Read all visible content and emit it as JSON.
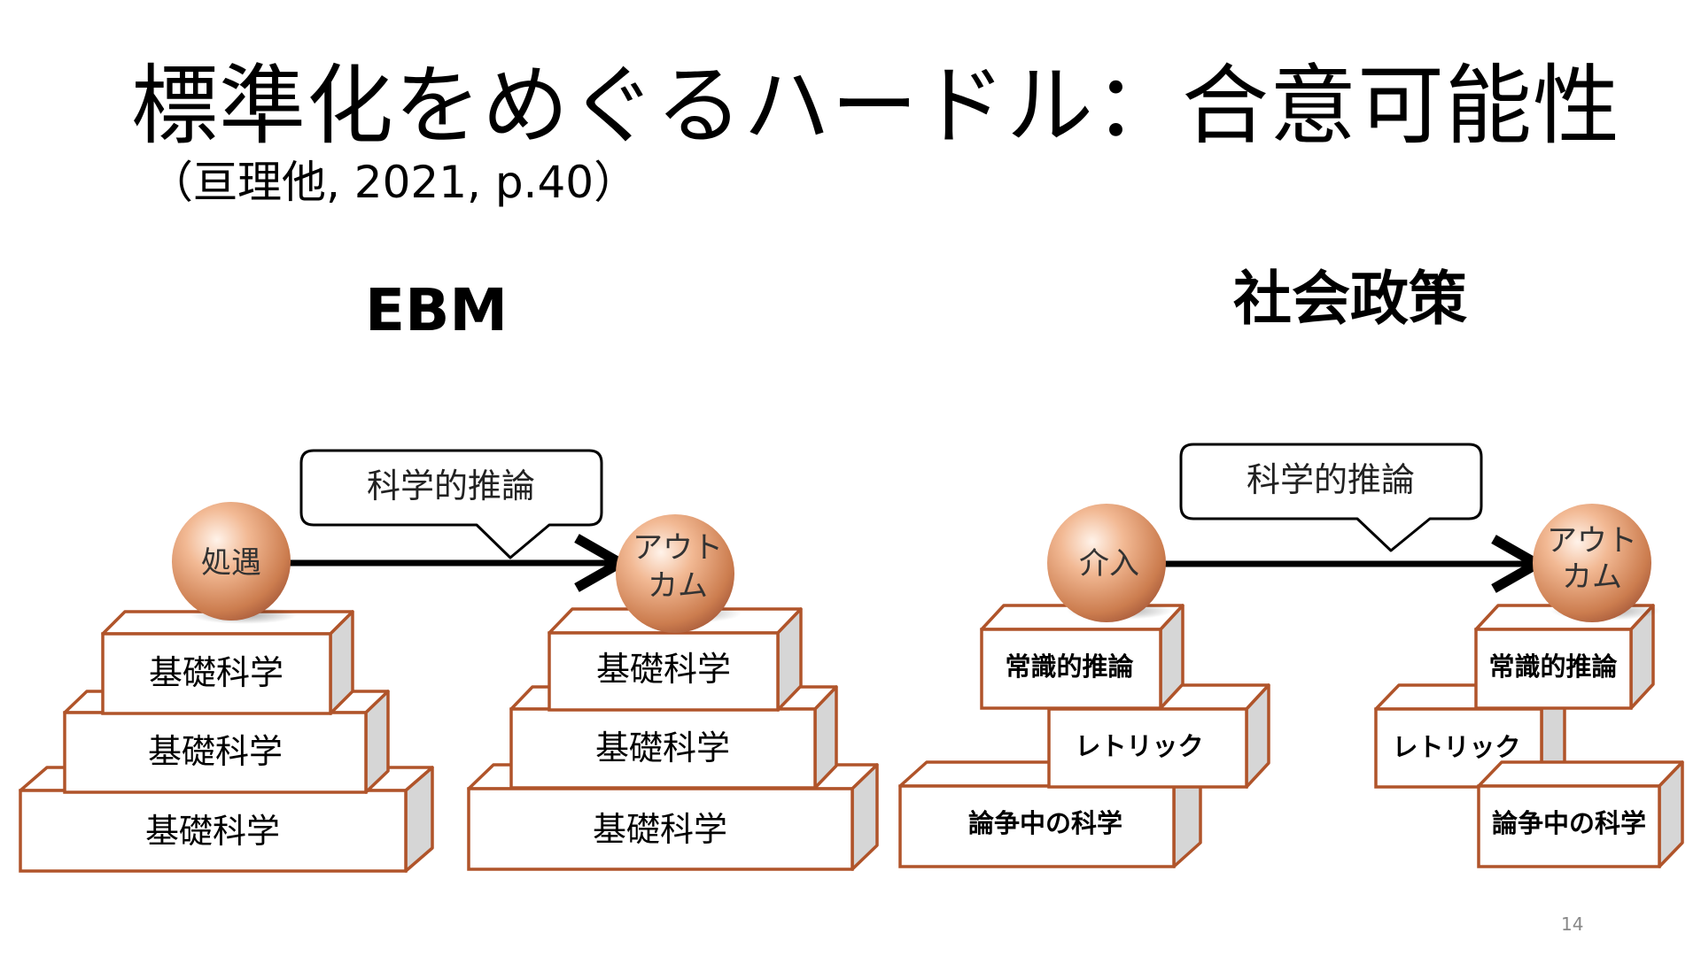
{
  "slide": {
    "title": "標準化をめぐるハードル：合意可能性",
    "subtitle": "（亘理他, 2021, p.40）",
    "page_number": "14"
  },
  "ebm": {
    "heading": "EBM",
    "callout": "科学的推論",
    "left_ball": "処遇",
    "right_ball": [
      "アウト",
      "カム"
    ],
    "left_stack": [
      "基礎科学",
      "基礎科学",
      "基礎科学"
    ],
    "right_stack": [
      "基礎科学",
      "基礎科学",
      "基礎科学"
    ]
  },
  "social_policy": {
    "heading": "社会政策",
    "callout": "科学的推論",
    "left_ball": "介入",
    "right_ball": [
      "アウト",
      "カム"
    ],
    "left_stack": [
      "常識的推論",
      "レトリック",
      "論争中の科学"
    ],
    "right_stack": [
      "常識的推論",
      "レトリック",
      "論争中の科学"
    ]
  },
  "colors": {
    "box_border": "#b0542a",
    "box_side": "#d6d6d6",
    "ball_light": "#fde0cc",
    "ball_dark": "#c8774a"
  }
}
